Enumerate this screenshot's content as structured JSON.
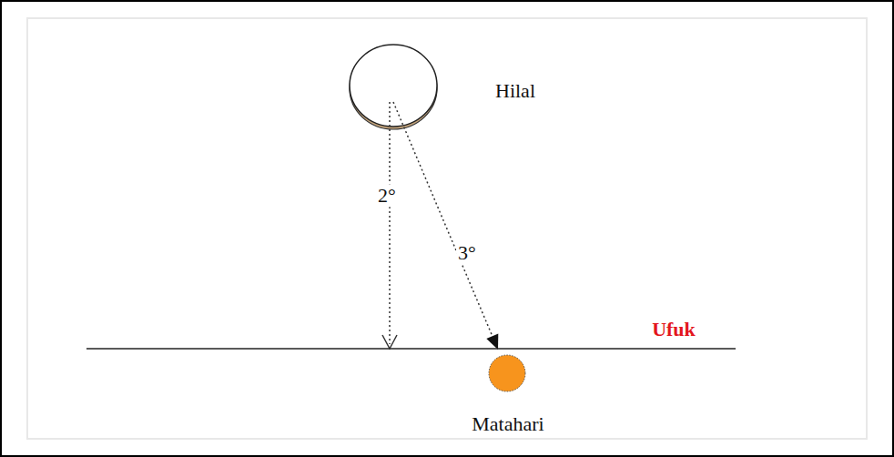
{
  "diagram": {
    "labels": [
      "Hilal",
      "2°",
      "3°",
      "Ufuk",
      "Matahari"
    ]
  }
}
